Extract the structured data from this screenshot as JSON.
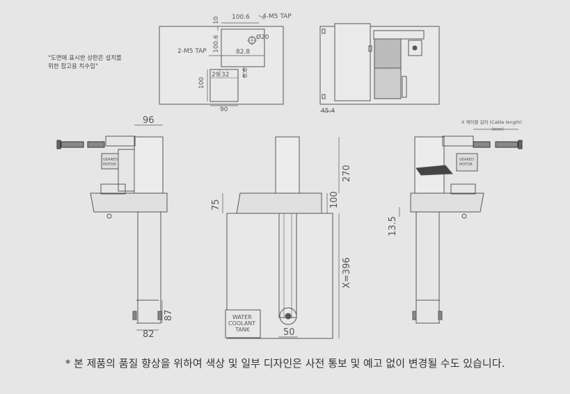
{
  "top_view": {
    "dim_width": "100.6",
    "dim_height": "100.6",
    "dim_side": "10",
    "tap_4": "4-M5 TAP",
    "tap_2": "2-M5 TAP",
    "dia": "Ø20",
    "dim_828": "82.8",
    "dim_29": "29",
    "dim_32": "32",
    "dim_66": "6.6",
    "dim_100": "100",
    "dim_90": "90"
  },
  "side_top_view": {
    "dim_454": "45.4"
  },
  "left_view": {
    "dim_96": "96",
    "dim_82": "82",
    "dim_87": "87",
    "motor_label_1": "GEARED",
    "motor_label_2": "MOTOR"
  },
  "front_view": {
    "dim_270": "270",
    "dim_100": "100",
    "dim_75": "75",
    "dim_x396": "X=396",
    "dim_50": "50",
    "tank_1": "WATER",
    "tank_2": "COOLANT",
    "tank_3": "TANK"
  },
  "right_view": {
    "dim_135": "13.5",
    "cable_label": "X 케이블 길이 (Cable length)",
    "cable_unit": "(mm)",
    "motor_label_1": "GEARED",
    "motor_label_2": "MOTOR"
  },
  "note": {
    "line1": "\"도면에 표시한 상판은 설치를",
    "line2": "위한 참고용 치수임\""
  },
  "disclaimer": "* 본 제품의 품질 향상을 위하여 색상 및 일부 디자인은 사전 통보 및 예고 없이 변경될 수도 있습니다."
}
